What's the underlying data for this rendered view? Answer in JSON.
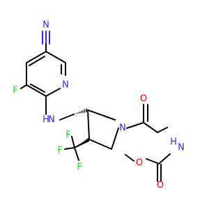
{
  "labels": {
    "N_nitrile": "N",
    "F_ring": "F",
    "N_pyridine": "N",
    "N_amine": "N",
    "H_amine": "H",
    "N_pyrrolidine": "N",
    "O_ketone": "O",
    "N_carbamate": "N",
    "H_carbamate": "H",
    "O_carbonyl": "O",
    "O_ester": "O",
    "F_cf3_top": "F",
    "F_cf3_left": "F",
    "F_cf3_bottom": "F"
  },
  "colors": {
    "bond": "#000000",
    "nitrogen": "#2b2bd9",
    "oxygen": "#ff0000",
    "fluorine": "#33cc33",
    "background": "#ffffff"
  }
}
